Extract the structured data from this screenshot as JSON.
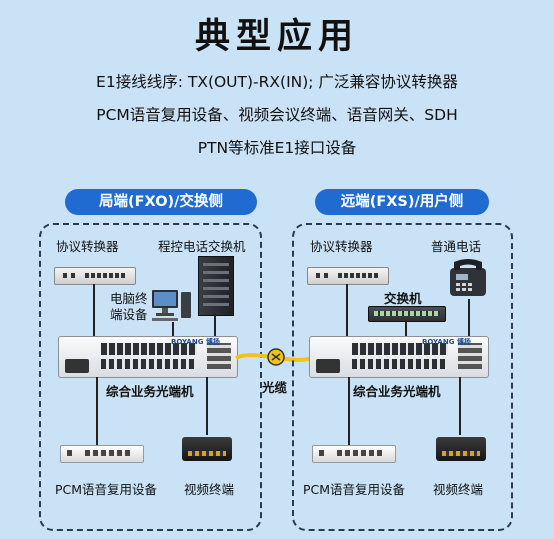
{
  "title": "典型应用",
  "intro": [
    "E1接线线序: TX(OUT)-RX(IN); 广泛兼容协议转换器",
    "PCM语音复用设备、视频会议终端、语音网关、SDH",
    "PTN等标准E1接口设备"
  ],
  "left_panel": {
    "title": "局端(FXO)/交换侧",
    "protocol_converter": "协议转换器",
    "pbx": "程控电话交换机",
    "computer_terminal": "电脑终\n端设备",
    "optical_transceiver": "综合业务光端机",
    "pcm": "PCM语音复用设备",
    "video_terminal": "视频终端"
  },
  "right_panel": {
    "title": "远端(FXS)/用户侧",
    "protocol_converter": "协议转换器",
    "phone": "普通电话",
    "switch": "交换机",
    "optical_transceiver": "综合业务光端机",
    "pcm": "PCM语音复用设备",
    "video_terminal": "视频终端"
  },
  "fiber_label": "光缆",
  "device_brand": "BOYANG 博扬",
  "colors": {
    "background": "#c9e2f5",
    "title_pill": "#1f6bd1",
    "fiber": "#f2c21b",
    "panel_border": "#2a3a52"
  },
  "icons": [
    "protocol-converter-device",
    "pbx-server",
    "desktop-computer",
    "optical-transceiver-rack",
    "pcm-device",
    "video-terminal-box",
    "desk-phone",
    "network-switch",
    "fiber-cable-connector"
  ]
}
